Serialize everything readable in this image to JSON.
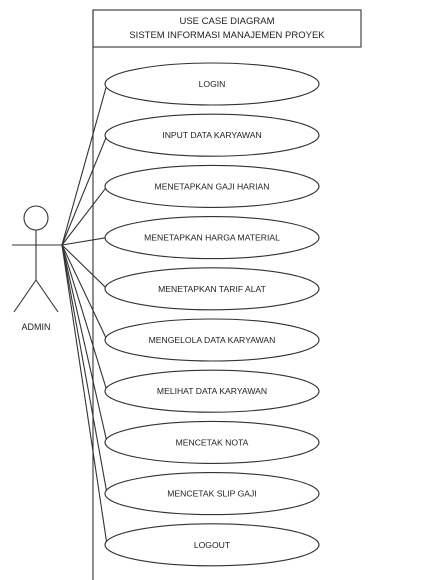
{
  "diagram": {
    "title_line1": "USE CASE DIAGRAM",
    "title_line2": "SISTEM INFORMASI MANAJEMEN PROYEK",
    "actor": "ADMIN",
    "use_cases": [
      "LOGIN",
      "INPUT DATA KARYAWAN",
      "MENETAPKAN GAJI HARIAN",
      "MENETAPKAN HARGA MATERIAL",
      "MENETAPKAN TARIF ALAT",
      "MENGELOLA DATA KARYAWAN",
      "MELIHAT DATA KARYAWAN",
      "MENCETAK NOTA",
      "MENCETAK SLIP GAJI",
      "LOGOUT"
    ]
  }
}
